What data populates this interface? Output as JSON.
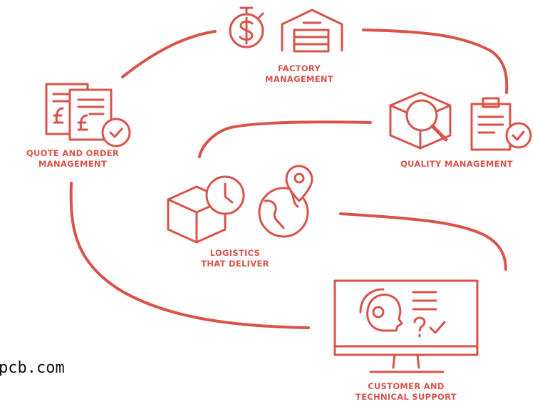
{
  "colors": {
    "accent": "#d8534a",
    "text": "#111111",
    "background": "#ffffff"
  },
  "nodes": {
    "factory": {
      "line1": "FACTORY",
      "line2": "MANAGEMENT",
      "icons": [
        "stopwatch-dollar-icon",
        "factory-building-icon"
      ]
    },
    "quality": {
      "line1": "QUALITY MANAGEMENT",
      "icons": [
        "box-magnifier-icon",
        "clipboard-check-icon"
      ]
    },
    "quote": {
      "line1": "QUOTE AND ORDER",
      "line2": "MANAGEMENT",
      "icons": [
        "pound-documents-check-icon"
      ]
    },
    "logistics": {
      "line1": "LOGISTICS",
      "line2": "THAT DELIVER",
      "icons": [
        "box-clock-icon",
        "globe-location-icon"
      ]
    },
    "support": {
      "line1": "CUSTOMER AND",
      "line2": "TECHNICAL SUPPORT",
      "icons": [
        "monitor-support-agent-icon"
      ]
    }
  },
  "watermark": "pcb.com"
}
